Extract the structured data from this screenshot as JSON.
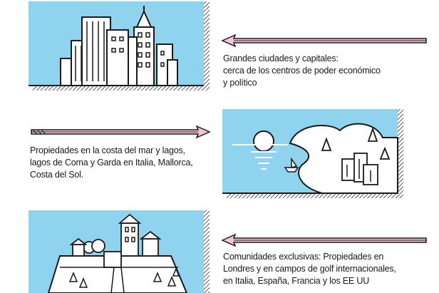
{
  "colors": {
    "sky": "#8fd3ee",
    "line": "#1a1a1a",
    "arrow_fill": "#f2c5d8",
    "hatch": "#1a1a1a",
    "white": "#ffffff"
  },
  "rows": [
    {
      "illustration_icon": "city-skyline-icon",
      "caption": [
        "Grandes ciudades y capitales:",
        "cerca de los centros de poder económico",
        "y político"
      ]
    },
    {
      "illustration_icon": "coast-lake-icon",
      "caption": [
        "Propiedades en la costa del mar y lagos,",
        "lagos de Coma y Garda en Italia, Mallorca,",
        "Costa del Sol."
      ]
    },
    {
      "illustration_icon": "gated-community-icon",
      "caption": [
        "Comunidades exclusivas: Propiedades en",
        "Londres y en campos de golf internacionales,",
        "en Italia, España, Francia y los EE UU"
      ]
    }
  ]
}
